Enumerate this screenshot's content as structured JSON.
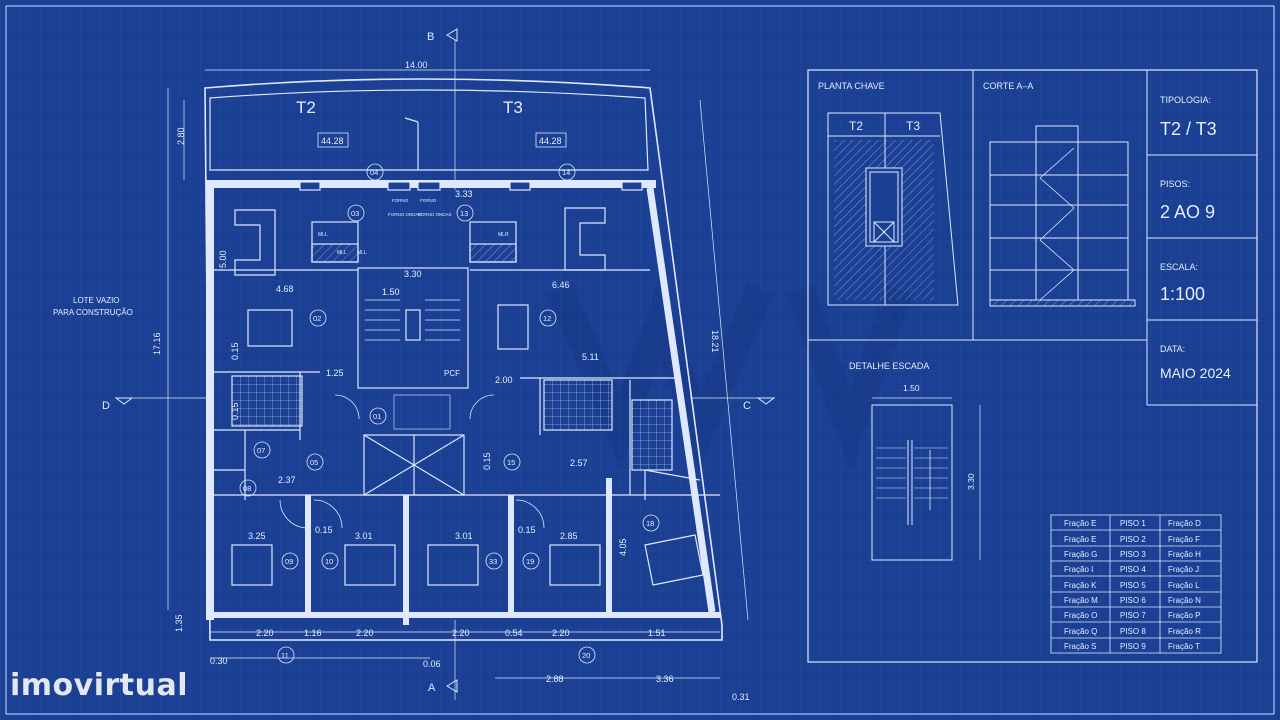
{
  "plan": {
    "units": [
      "T2",
      "T3"
    ],
    "sections": [
      "A",
      "B",
      "C",
      "D"
    ],
    "empty_lot": [
      "LOTE VAZIO",
      "PARA CONSTRUÇÃO"
    ],
    "dims": {
      "top": "14.00",
      "left_top": "2.80",
      "left_mid": "5.00",
      "left_total": "17.16",
      "left_small": "0.15",
      "left_bottom": "1.35",
      "right_total": "18.21",
      "b1": "2.20",
      "b2": "1.16",
      "b3": "2.20",
      "b4": "2.20",
      "b5": "0.54",
      "b6": "2.20",
      "b7": "1.51",
      "bl": "0.30",
      "bm": "0.06",
      "br1": "2.88",
      "br2": "3.36",
      "bc": "0.31",
      "w468": "4.68",
      "w646": "6.46",
      "w150": "1.50",
      "w330": "3.30",
      "w333": "3.33",
      "w125": "1.25",
      "w200": "2.00",
      "w511": "5.11",
      "w237": "2.37",
      "w257": "2.57",
      "w325": "3.25",
      "w301a": "3.01",
      "w301b": "3.01",
      "w285": "2.85",
      "w405": "4.05",
      "w015a": "0.15",
      "w015b": "0.15",
      "w015c": "0.15",
      "w015d": "0.15",
      "area_left": "44.28",
      "area_right": "44.28"
    },
    "rooms": [
      "01",
      "02",
      "03",
      "04",
      "05",
      "07",
      "08",
      "09",
      "10",
      "11",
      "12",
      "13",
      "14",
      "15",
      "18",
      "19",
      "20",
      "33"
    ],
    "labels": {
      "pcf": "PCF",
      "mll": "MLL",
      "mlr": "MLR",
      "forno": "FORNO",
      "forno_ondas": "FORNO ONDAS"
    }
  },
  "key_plan": {
    "title": "PLANTA CHAVE",
    "units": [
      "T2",
      "T3"
    ]
  },
  "section": {
    "title": "CORTE A–A"
  },
  "stair": {
    "title": "DETALHE ESCADA",
    "width": "1.50",
    "length": "3.30"
  },
  "info": [
    {
      "label": "TIPOLOGIA:",
      "value": "T2 / T3"
    },
    {
      "label": "PISOS:",
      "value": "2 AO 9"
    },
    {
      "label": "ESCALA:",
      "value": "1:100"
    },
    {
      "label": "DATA:",
      "value": "MAIO 2024"
    }
  ],
  "fractions": [
    [
      "Fração E",
      "PISO 1",
      "Fração D"
    ],
    [
      "Fração E",
      "PISO 2",
      "Fração F"
    ],
    [
      "Fração G",
      "PISO 3",
      "Fração H"
    ],
    [
      "Fração I",
      "PISO 4",
      "Fração J"
    ],
    [
      "Fração K",
      "PISO 5",
      "Fração L"
    ],
    [
      "Fração M",
      "PISO 6",
      "Fração N"
    ],
    [
      "Fração O",
      "PISO 7",
      "Fração P"
    ],
    [
      "Fração Q",
      "PISO 8",
      "Fração R"
    ],
    [
      "Fração S",
      "PISO 9",
      "Fração T"
    ]
  ],
  "watermark": "imovirtual",
  "colors": {
    "background": "#1a3f93",
    "line": "#dfe8ff",
    "grid": "#2a4fa3"
  }
}
